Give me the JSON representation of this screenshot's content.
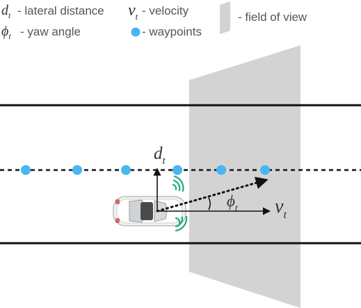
{
  "legend": {
    "lateral_distance": {
      "symbol": "d",
      "subscript": "t",
      "label": "- lateral distance"
    },
    "velocity": {
      "symbol": "v",
      "subscript": "t",
      "label": "- velocity"
    },
    "field_of_view": {
      "label": "- field of view"
    },
    "yaw_angle": {
      "symbol": "ϕ",
      "subscript": "t",
      "label": "- yaw angle"
    },
    "waypoints": {
      "label": "- waypoints"
    }
  },
  "diagram": {
    "label_d": {
      "symbol": "d",
      "subscript": "t"
    },
    "label_phi": {
      "symbol": "ϕ",
      "subscript": "t"
    },
    "label_v": {
      "symbol": "v",
      "subscript": "t"
    },
    "waypoint_count": 6
  },
  "colors": {
    "waypoint": "#49b6f0",
    "field_of_view": "#d3d3d3",
    "road_line": "#111111",
    "sensor_waves": "#1fa882",
    "car_body": "#eeeeee"
  }
}
